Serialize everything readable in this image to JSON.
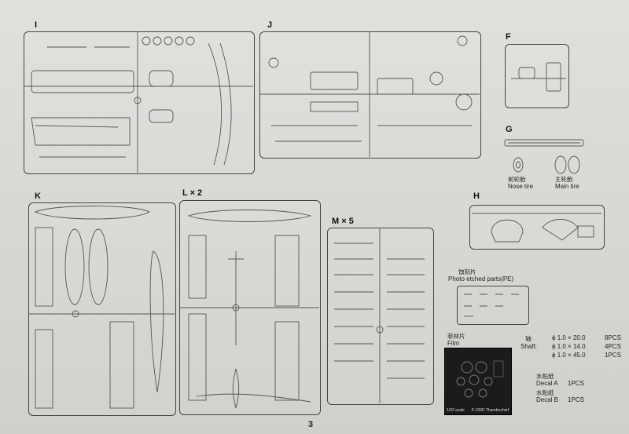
{
  "sprues": {
    "I": "I",
    "J": "J",
    "F": "F",
    "G": "G",
    "H": "H",
    "K": "K",
    "L": "L × 2",
    "M": "M × 5"
  },
  "g_labels": {
    "nose_cn": "前轮胎",
    "nose_en": "Nose tire",
    "main_cn": "主轮胎",
    "main_en": "Main tire"
  },
  "pe": {
    "cn": "蚀刻片",
    "en": "Photo etched parts(PE)"
  },
  "film": {
    "cn": "菲林片",
    "en": "Film",
    "scale_caption": "1/32 scale",
    "model_caption": "F-105D Thunderchief"
  },
  "shaft": {
    "cn_label": "轴:",
    "en_label": "Shaft:",
    "rows": [
      {
        "spec": "ϕ 1.0 × 20.0",
        "qty": "8PCS"
      },
      {
        "spec": "ϕ 1.0 × 14.0",
        "qty": "4PCS"
      },
      {
        "spec": "ϕ 1.0 × 45.0",
        "qty": "1PCS"
      }
    ]
  },
  "decals": [
    {
      "cn": "水贴纸",
      "en": "Decal A",
      "qty": "1PCS"
    },
    {
      "cn": "水贴纸",
      "en": "Decal B",
      "qty": "1PCS"
    }
  ],
  "page_number": "3"
}
